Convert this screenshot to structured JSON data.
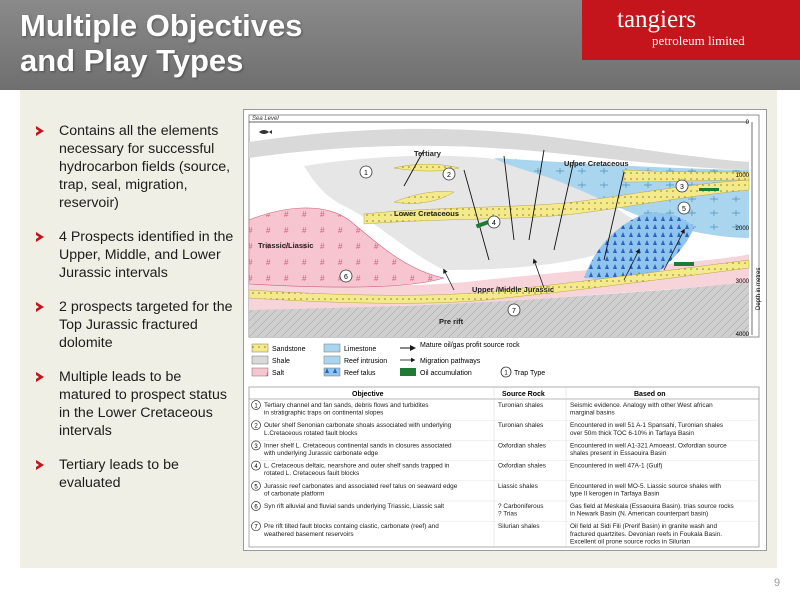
{
  "slide": {
    "title_line1": "Multiple Objectives",
    "title_line2": "and Play Types",
    "logo_main": "tangiers",
    "logo_sub": "petroleum limited",
    "page_number": "9"
  },
  "bullets": [
    "Contains all the elements necessary for successful hydrocarbon fields (source, trap, seal, migration, reservoir)",
    "4 Prospects identified in the Upper, Middle, and Lower Jurassic intervals",
    "2 prospects targeted for the Top Jurassic fractured dolomite",
    " Multiple leads to be matured to prospect status in the Lower Cretaceous intervals",
    "Tertiary leads to be evaluated"
  ],
  "diagram": {
    "sea_level": "Sea Level",
    "units": {
      "tertiary": "Tertiary",
      "upper_cretaceous": "Upper Cretaceous",
      "lower_cretaceous": "Lower Cretaceous",
      "triassic": "Triassic/Liassic",
      "upper_middle_jurassic": "Upper /Middle Jurassic",
      "pre_rift": "Pre rift"
    },
    "depth_ticks": [
      "0",
      "1000",
      "2000",
      "3000",
      "4000"
    ],
    "depth_label": "Depth in metres",
    "trap_markers": [
      "1",
      "2",
      "3",
      "4",
      "5",
      "6",
      "7"
    ],
    "colors": {
      "sandstone": "#f4ea8c",
      "shale": "#d9d9d9",
      "salt": "#f7c5cf",
      "limestone": "#a9d6ee",
      "oil": "#1e7a35",
      "pre_rift": "#cfcfcf"
    }
  },
  "legend": {
    "sandstone": "Sandstone",
    "shale": "Shale",
    "salt": "Salt",
    "limestone": "Limestone",
    "reef_intrusion": "Reef intrusion",
    "reef_talus": "Reef talus",
    "source_rock": "Mature oil/gas profit source rock",
    "migration": "Migration pathways",
    "oil": "Oil accumulation",
    "trap_type": "Trap Type"
  },
  "table": {
    "headers": [
      "Objective",
      "Source Rock",
      "Based on"
    ],
    "rows": [
      {
        "num": "1",
        "objective": [
          "Tertiary channel and fan sands, debris flows and turbidites",
          "in stratigraphic traps on continental slopes"
        ],
        "source": [
          "Turonian shales"
        ],
        "basis": [
          "Seismic evidence. Analogy with other West african",
          "marginal basins"
        ]
      },
      {
        "num": "2",
        "objective": [
          "Outer shelf Senonian carbonate shoals associated with underlying",
          "L.Cretaceous rotated fault blocks"
        ],
        "source": [
          "Turonian shales"
        ],
        "basis": [
          "Encountered in well 51 A-1 Spansahi, Turonian shales",
          "over 50m thick TOC 6-10% in Tarfaya Basin"
        ]
      },
      {
        "num": "3",
        "objective": [
          "Inner shelf L. Cretaceous continental sands in closures associated",
          "with underlying Jurassic carbonate edge"
        ],
        "source": [
          "Oxfordian shales"
        ],
        "basis": [
          "Encountered in well A1-321 Amoeast. Oxfordian source",
          "shales present in Essaouira Basin"
        ]
      },
      {
        "num": "4",
        "objective": [
          "L. Cretaceous deltaic, nearshore and outer shelf sands trapped in",
          "rotated L. Cretaceous fault blocks"
        ],
        "source": [
          "Oxfordian shales"
        ],
        "basis": [
          "Encountered in well 47A-1 (Gulf)"
        ]
      },
      {
        "num": "5",
        "objective": [
          "Jurassic reef carbonates and associated reef talus on seaward edge",
          "of carbonate platform"
        ],
        "source": [
          "Liassic shales"
        ],
        "basis": [
          "Encountered in well MO-5. Liassic source shales with",
          "type II kerogen in Tarfaya Basin"
        ]
      },
      {
        "num": "6",
        "objective": [
          "Syn rift alluvial and fluvial sands underlying Triassic, Liassic salt"
        ],
        "source": [
          "? Carboniferous",
          "? Trias"
        ],
        "basis": [
          "Gas field at Meskala (Essaouira Basin). trias source rocks",
          "in Newark Basin (N. American counterpart basin)"
        ]
      },
      {
        "num": "7",
        "objective": [
          "Pre rift tilted fault blocks containg clastic, carbonate (reef) and",
          "weathered basement reservoirs"
        ],
        "source": [
          "Silurian shales"
        ],
        "basis": [
          "Oil field at Sidi Fili (Prerif Basin) in granite wash and",
          "fractured quartzites. Devonian reefs in Foukala Basin.",
          "Excellent oil prone source rocks in Silurian"
        ]
      }
    ]
  }
}
